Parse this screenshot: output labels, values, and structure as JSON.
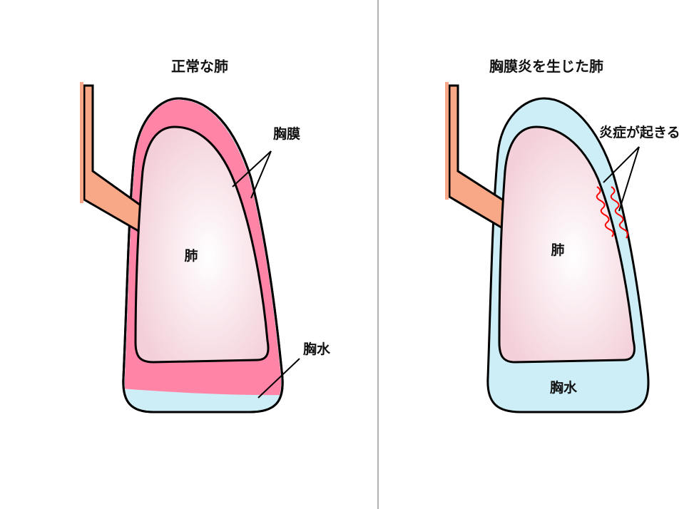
{
  "colors": {
    "outline": "#000000",
    "pleura_normal": "#ff84a6",
    "lung_fill_center": "#ffffff",
    "lung_fill_edge": "#f3cfd9",
    "fluid": "#cdeef7",
    "bronchus": "#f8a887",
    "inflammation": "#ff0000",
    "divider": "#999999"
  },
  "left_panel": {
    "title": "正常な肺",
    "lung_label": "肺",
    "pleura_label": "胸膜",
    "fluid_label": "胸水"
  },
  "right_panel": {
    "title": "胸膜炎を生じた肺",
    "lung_label": "肺",
    "inflammation_label": "炎症が起きる",
    "fluid_label": "胸水"
  }
}
